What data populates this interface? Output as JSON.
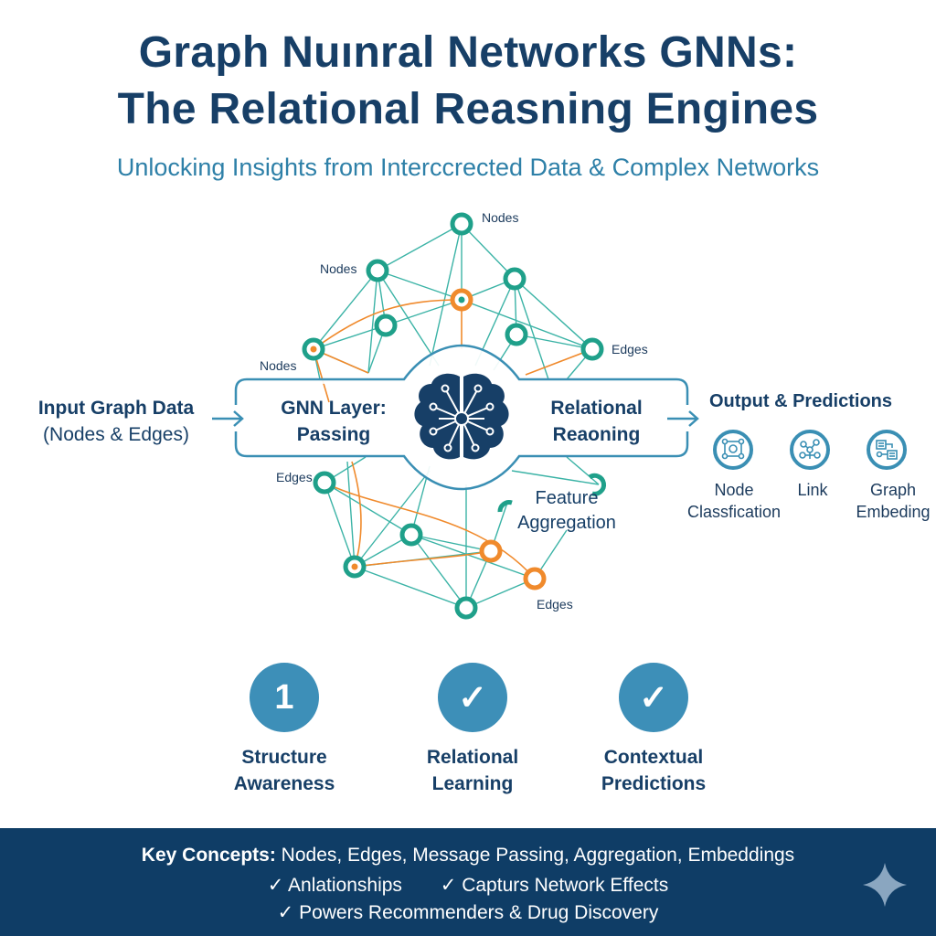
{
  "header": {
    "title_line1": "Graph Nuınral Networks GNNs:",
    "title_line2": "The Relational Reasning Engines",
    "subtitle": "Unlocking Insights from Interccrected Data & Complex Networks"
  },
  "colors": {
    "navy": "#173f67",
    "teal": "#1fa08a",
    "orange": "#f08a2c",
    "blue": "#3d8fb8",
    "footer_bg": "#0f3d66"
  },
  "graph": {
    "labels": {
      "nodes_top": "Nodes",
      "nodes_left_upper": "Nodes",
      "nodes_left_lower": "Nodes",
      "edges_right": "Edges",
      "edges_left": "Edges",
      "edges_bottom": "Edges"
    },
    "feature_aggregation": [
      "Feature",
      "Aggregation"
    ]
  },
  "input": {
    "line1": "Input Graph Data",
    "line2": "(Nodes & Edges)"
  },
  "pipeline": {
    "left_box": [
      "GNN Layer:",
      "Passing"
    ],
    "right_box": [
      "Relational",
      "Reaoning"
    ],
    "center_icon": "brain-network-icon"
  },
  "output": {
    "title": "Output & Predictions",
    "items": [
      {
        "line1": "Node",
        "line2": "Classfication",
        "icon": "node-classification-icon"
      },
      {
        "line1": "Link",
        "line2": "",
        "icon": "link-prediction-icon"
      },
      {
        "line1": "Graph",
        "line2": "Embeding",
        "icon": "graph-embedding-icon"
      }
    ]
  },
  "benefits": [
    {
      "badge": "1",
      "line1": "Structure",
      "line2": "Awareness"
    },
    {
      "badge": "✓",
      "line1": "Relational",
      "line2": "Learning"
    },
    {
      "badge": "✓",
      "line1": "Contextual",
      "line2": "Predictions"
    }
  ],
  "footer": {
    "key_label": "Key Concepts:",
    "key_items": "Nodes, Edges, Message Passing, Aggregation, Embeddings",
    "bullet1": "✓ Anlationships",
    "bullet2": "✓ Capturs Network Effects",
    "bullet3": "✓ Powers Recommenders & Drug Discovery",
    "icon": "sparkle-icon"
  }
}
